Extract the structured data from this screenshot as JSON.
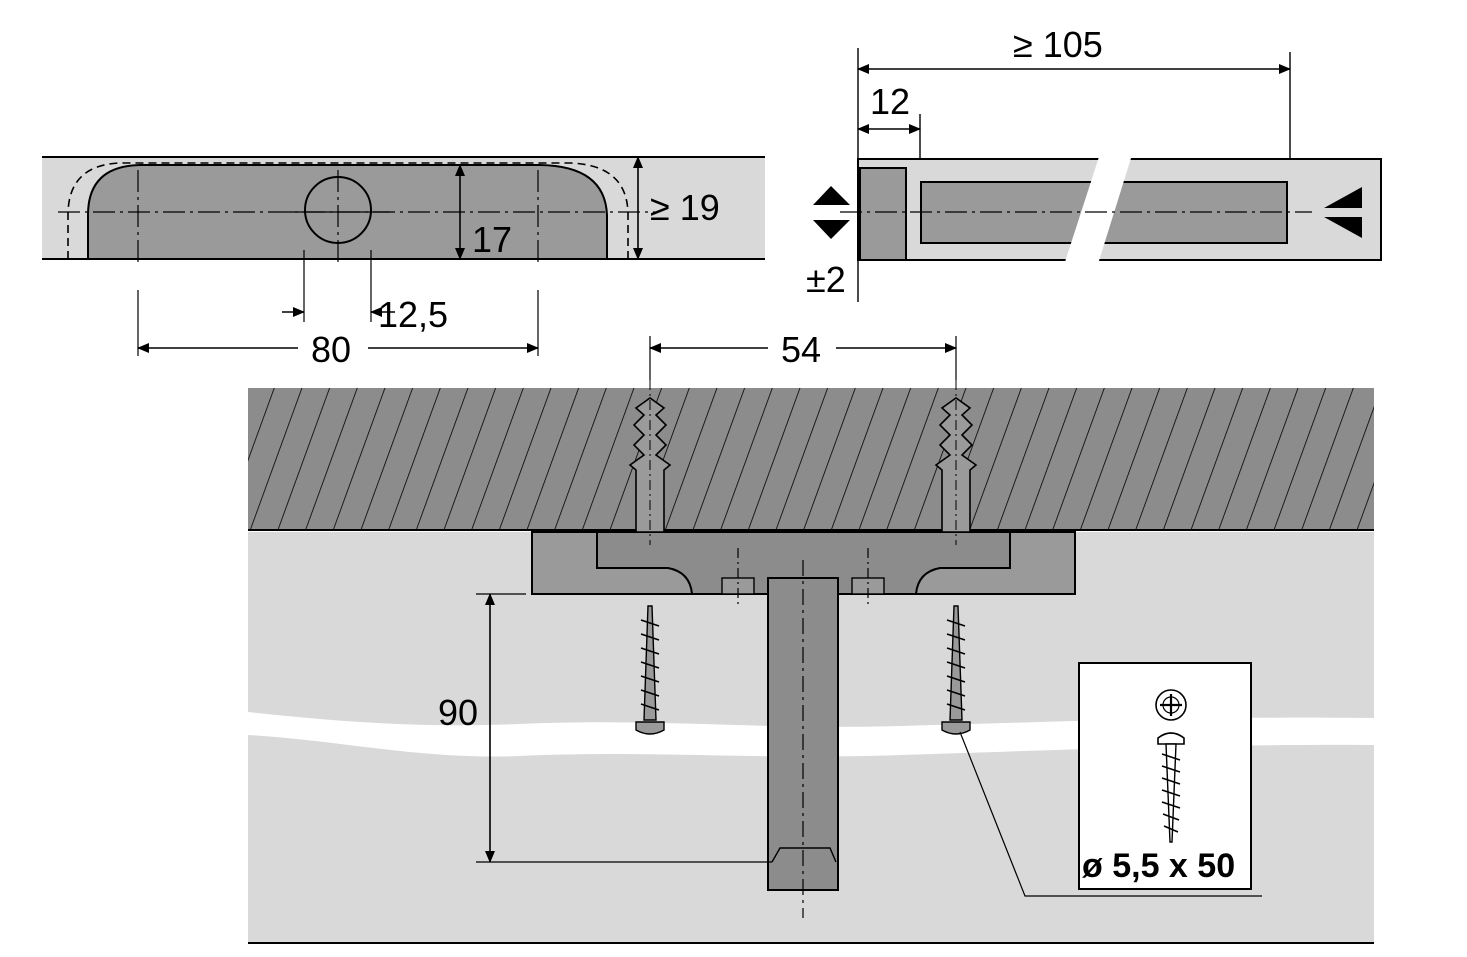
{
  "colors": {
    "panel_light": "#d9d9d9",
    "part_dark": "#9a9a9a",
    "ceiling": "#8c8c8c",
    "stroke": "#000000",
    "background": "#ffffff"
  },
  "top_left_view": {
    "dim_height_17": "17",
    "dim_min_thickness": "≥ 19",
    "dim_hole_offset": "12,5",
    "dim_length": "80"
  },
  "top_right_view": {
    "dim_min_length": "≥ 105",
    "dim_insert": "12",
    "dim_tolerance": "±2"
  },
  "section_view": {
    "dim_screw_spacing": "54",
    "dim_depth": "90"
  },
  "screw_detail": {
    "screw_spec": "ø 5,5 x 50"
  }
}
